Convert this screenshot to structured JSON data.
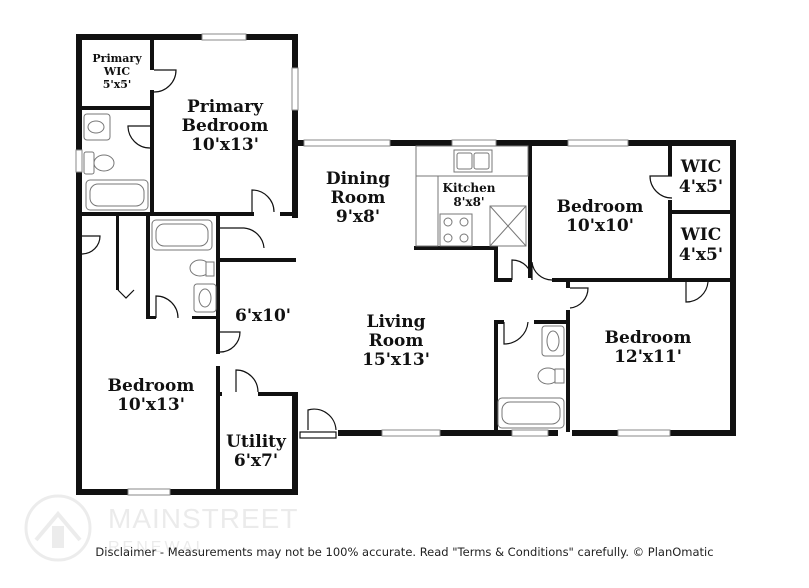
{
  "rooms": {
    "primary_wic": {
      "name": "Primary\nWIC",
      "line1": "Primary",
      "line2": "WIC",
      "size": "5'x5'"
    },
    "primary_bedroom": {
      "line1": "Primary",
      "line2": "Bedroom",
      "size": "10'x13'"
    },
    "dining_room": {
      "line1": "Dining",
      "line2": "Room",
      "size": "9'x8'"
    },
    "kitchen": {
      "name": "Kitchen",
      "size": "8'x8'"
    },
    "bedroom_ne": {
      "name": "Bedroom",
      "size": "10'x10'"
    },
    "wic_upper": {
      "name": "WIC",
      "size": "4'x5'"
    },
    "wic_lower": {
      "name": "WIC",
      "size": "4'x5'"
    },
    "hall": {
      "size": "6'x10'"
    },
    "living_room": {
      "line1": "Living",
      "line2": "Room",
      "size": "15'x13'"
    },
    "bedroom_se": {
      "name": "Bedroom",
      "size": "12'x11'"
    },
    "bedroom_sw": {
      "name": "Bedroom",
      "size": "10'x13'"
    },
    "utility": {
      "name": "Utility",
      "size": "6'x7'"
    }
  },
  "watermark": {
    "brand": "MAINSTREET",
    "sub": "RENEWAL"
  },
  "disclaimer": "Disclaimer - Measurements may not be 100% accurate. Read \"Terms & Conditions\" carefully. © PlanOmatic",
  "colors": {
    "wall": "#111111",
    "watermark": "#e6e6e6"
  }
}
